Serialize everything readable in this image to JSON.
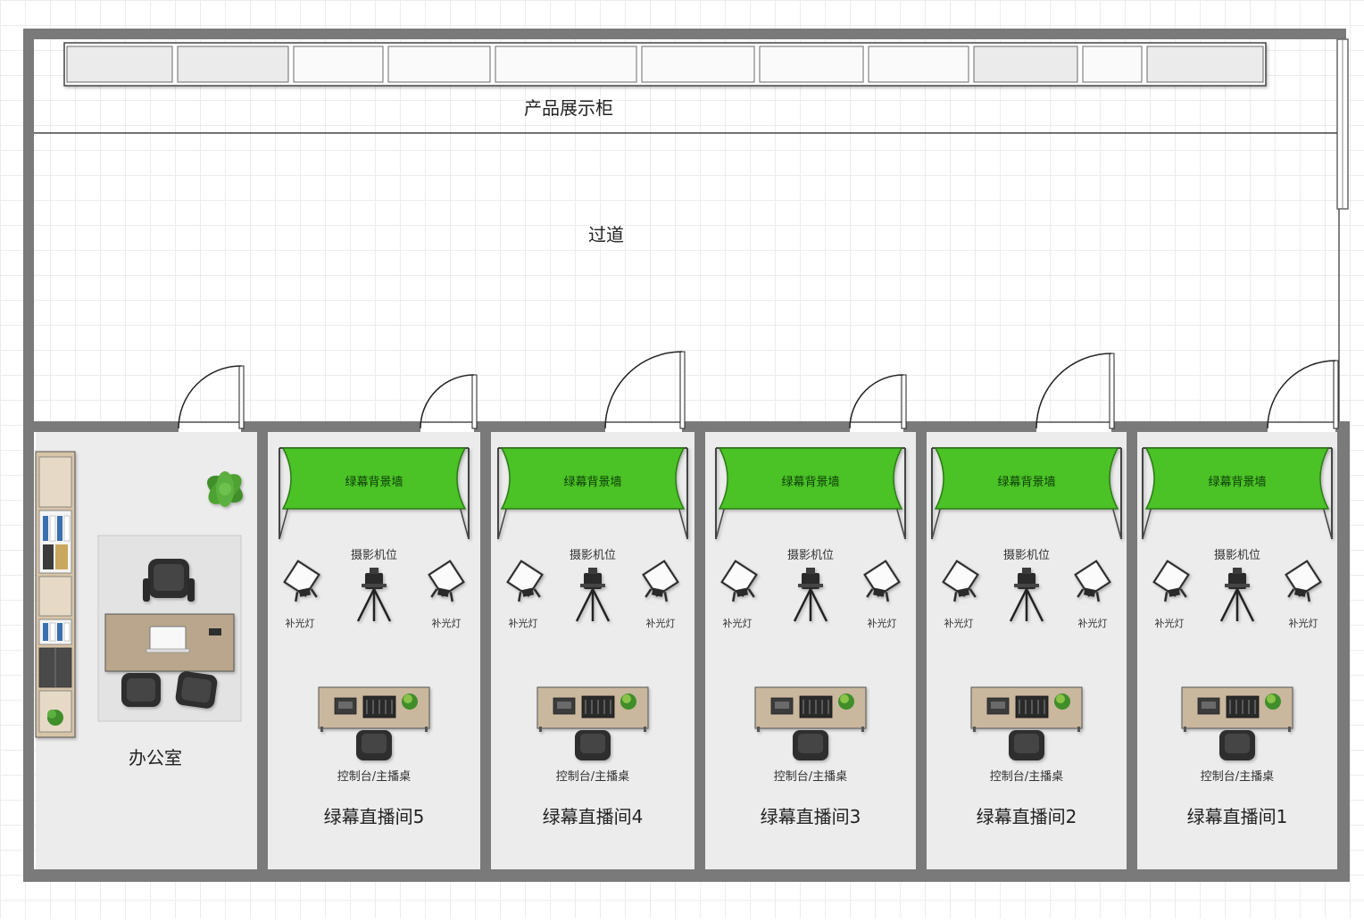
{
  "top_area": {
    "display_cabinet_label": "产品展示柜",
    "corridor_label": "过道",
    "cabinet_segments": 11
  },
  "office": {
    "label": "办公室"
  },
  "studio_labels": {
    "backdrop": "绿幕背景墙",
    "camera": "摄影机位",
    "fill_light": "补光灯",
    "console": "控制台/主播桌"
  },
  "studios": [
    {
      "name": "绿幕直播间5"
    },
    {
      "name": "绿幕直播间4"
    },
    {
      "name": "绿幕直播间3"
    },
    {
      "name": "绿幕直播间2"
    },
    {
      "name": "绿幕直播间1"
    }
  ],
  "colors": {
    "wall": "#7a7a7a",
    "floor": "#ececec",
    "green_screen": "#4cc225",
    "desk": "#c9b79e",
    "office_desk": "#b9a68c",
    "rug": "#e3e3e3",
    "plant": "#3f8e2a"
  }
}
